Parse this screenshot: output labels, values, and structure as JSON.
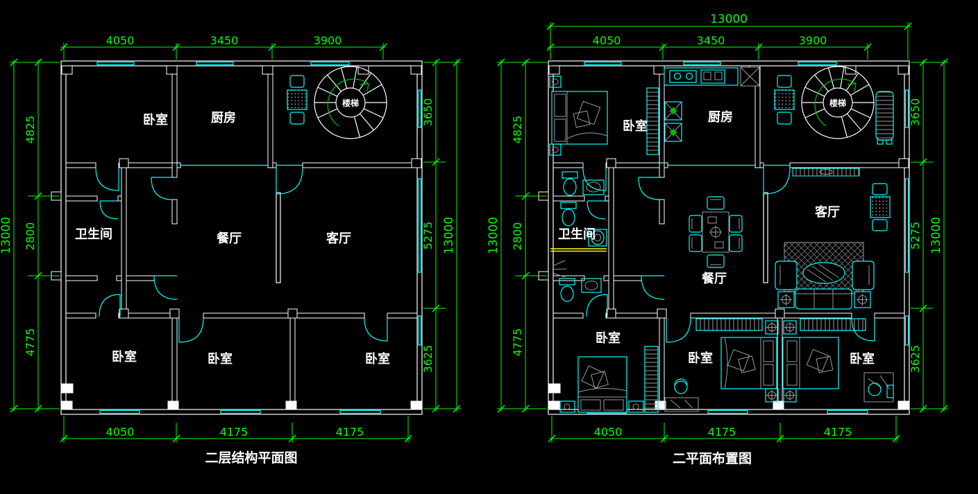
{
  "colors": {
    "background": "#000000",
    "dimension_green": "#00ff00",
    "wall_white": "#ffffff",
    "fixture_cyan": "#00ffff",
    "furniture_gray": "#9c9c9c",
    "shower_yellow": "#ffff00",
    "plant_green": "#00c000"
  },
  "shared": {
    "stairs_label": "楼梯"
  },
  "left_plan": {
    "title": "二层结构平面图",
    "rooms": {
      "bedroom_top": "卧室",
      "kitchen": "厨房",
      "bathroom": "卫生间",
      "dining": "餐厅",
      "living": "客厅",
      "bedroom_bottom_left": "卧室",
      "bedroom_bottom_middle": "卧室",
      "bedroom_bottom_right": "卧室"
    },
    "dims": {
      "overall": "13000",
      "top": [
        "4050",
        "3450",
        "3900"
      ],
      "bottom": [
        "4050",
        "4175",
        "4175"
      ],
      "left": [
        "4825",
        "2800",
        "4775"
      ],
      "right": [
        "3650",
        "5275",
        "3625"
      ]
    }
  },
  "right_plan": {
    "title": "二平面布置图",
    "rooms": {
      "bedroom_top": "卧室",
      "kitchen": "厨房",
      "bathroom": "卫生间",
      "dining": "餐厅",
      "living": "客厅",
      "bedroom_bottom_left": "卧室",
      "bedroom_bottom_middle": "卧室",
      "bedroom_bottom_right": "卧室"
    },
    "dims": {
      "overall": "13000",
      "top": [
        "4050",
        "3450",
        "3900"
      ],
      "bottom": [
        "4050",
        "4175",
        "4175"
      ],
      "left": [
        "4825",
        "2800",
        "4775"
      ],
      "right": [
        "3650",
        "5275",
        "3625"
      ]
    }
  }
}
